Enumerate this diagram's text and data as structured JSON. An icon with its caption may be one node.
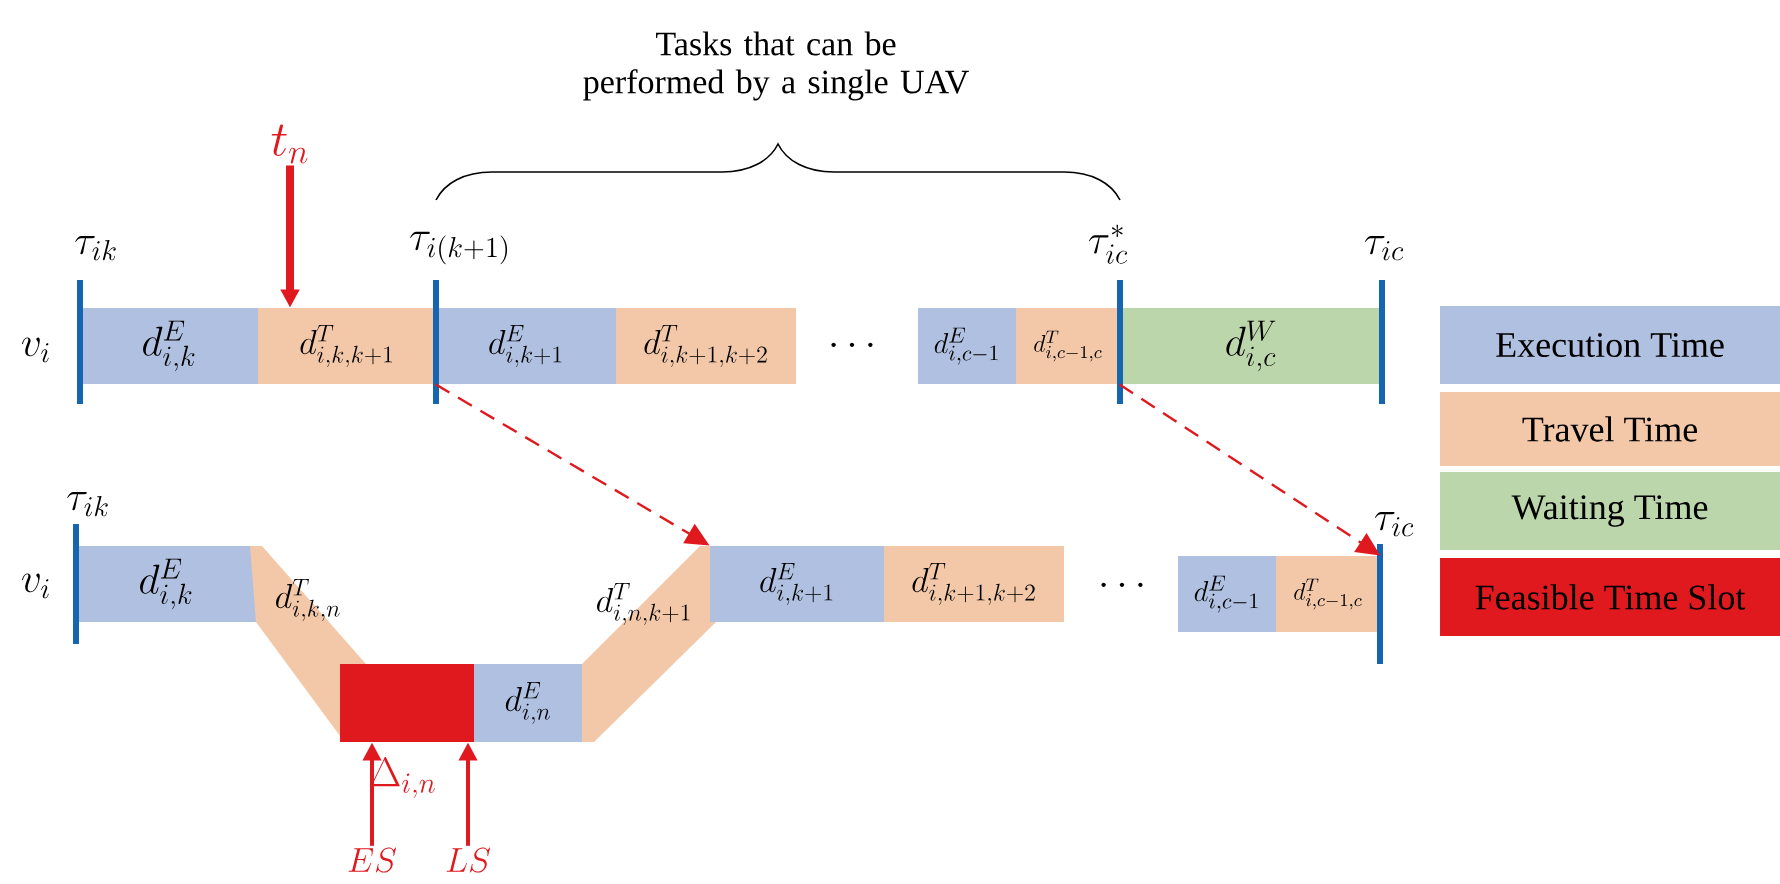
{
  "diagram": {
    "nodes": [
      {
        "text": [
          "d_{i,k}^{E}"
        ]
      },
      {
        "text": [
          "d_{i,k,k+1}^{T}"
        ]
      },
      {
        "text": [
          "d_{i,k+1}^{E}"
        ]
      },
      {
        "text": [
          "d_{i,k+1,k+2}^{T}"
        ]
      },
      {
        "text": [
          "d_{i,c-1}^{E}"
        ]
      },
      {
        "text": [
          "d_{i,c-1,c}^{T}"
        ]
      },
      {
        "text": [
          "d_{i,c}^{W}"
        ]
      },
      {
        "text": [
          "d_{i,k}^{E}"
        ]
      },
      {
        "text": [
          "d_{i,k,n}^{T}"
        ]
      },
      {
        "text": [],
        "shape": "box",
        "beside": [
          "\\Delta_{i,n}"
        ]
      },
      {
        "text": [
          "d_{i,n}^{E}"
        ]
      },
      {
        "text": [
          "d_{i,n,k+1}^{T}"
        ]
      },
      {
        "text": [
          "d_{i,k+1}^{E}"
        ]
      },
      {
        "text": [
          "d_{i,k+1,k+2}^{T}"
        ]
      },
      {
        "text": [
          "d_{i,c-1}^{E}"
        ]
      },
      {
        "text": [
          "d_{i,c-1,c}^{T}"
        ]
      },
      {
        "text": [
          "t_n"
        ]
      },
      {
        "text": [
          "ES"
        ]
      },
      {
        "text": [
          "LS"
        ]
      }
    ],
    "edges": [
      {
        "from": 2,
        "to": 12,
        "arrow": "to",
        "style": "dashed"
      },
      {
        "from": 6,
        "to": 15,
        "arrow": "to",
        "style": "dashed"
      },
      {
        "from": 16,
        "to": 1,
        "arrow": "to",
        "style": "thick"
      },
      {
        "from": 17,
        "to": 9,
        "arrow": "to"
      },
      {
        "from": 18,
        "to": 9,
        "arrow": "to"
      }
    ],
    "labels": [
      "Tasks that can be performed by a single UAV",
      "\\tau_{ik}",
      "\\tau_{i(k+1)}",
      "\\tau_{ic}^{*}",
      "\\tau_{ic}",
      "v_i",
      "\\cdots",
      "\\tau_{ik}",
      "v_i",
      "\\cdots",
      "\\tau_{ic}"
    ],
    "legend": [
      {
        "text": "Execution Time",
        "color": "#b0c0e0"
      },
      {
        "text": "Travel Time",
        "color": "#f3c8a8"
      },
      {
        "text": "Waiting Time",
        "color": "#bcd6ac"
      },
      {
        "text": "Feasible Time Slot",
        "color": "#e0191f"
      }
    ]
  }
}
